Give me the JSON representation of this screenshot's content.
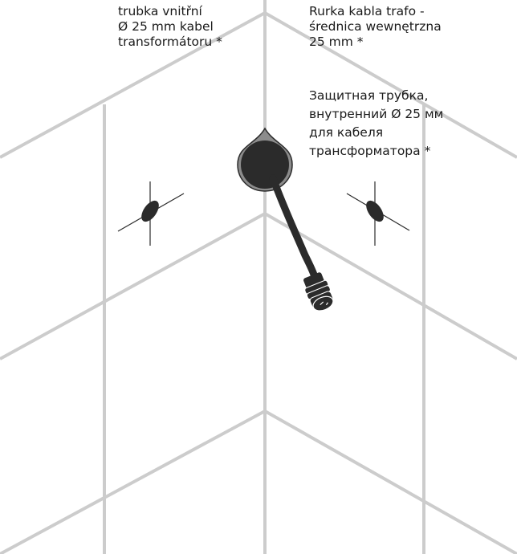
{
  "labels": {
    "cz": "trubka vnitřní\nØ 25 mm kabel\ntransformátoru *",
    "pl": "Rurka kabla trafo -\nśrednica wewnętrzna\n25 mm *",
    "ru": "Защитная трубка,\nвнутренний Ø 25 мм\nдля кабеля\nтрансформатора *"
  },
  "colors": {
    "tile_lines": "#cccccc",
    "cable": "#2b2b2b",
    "grommet": "#8c8c8c",
    "screw": "#2b2b2b"
  }
}
